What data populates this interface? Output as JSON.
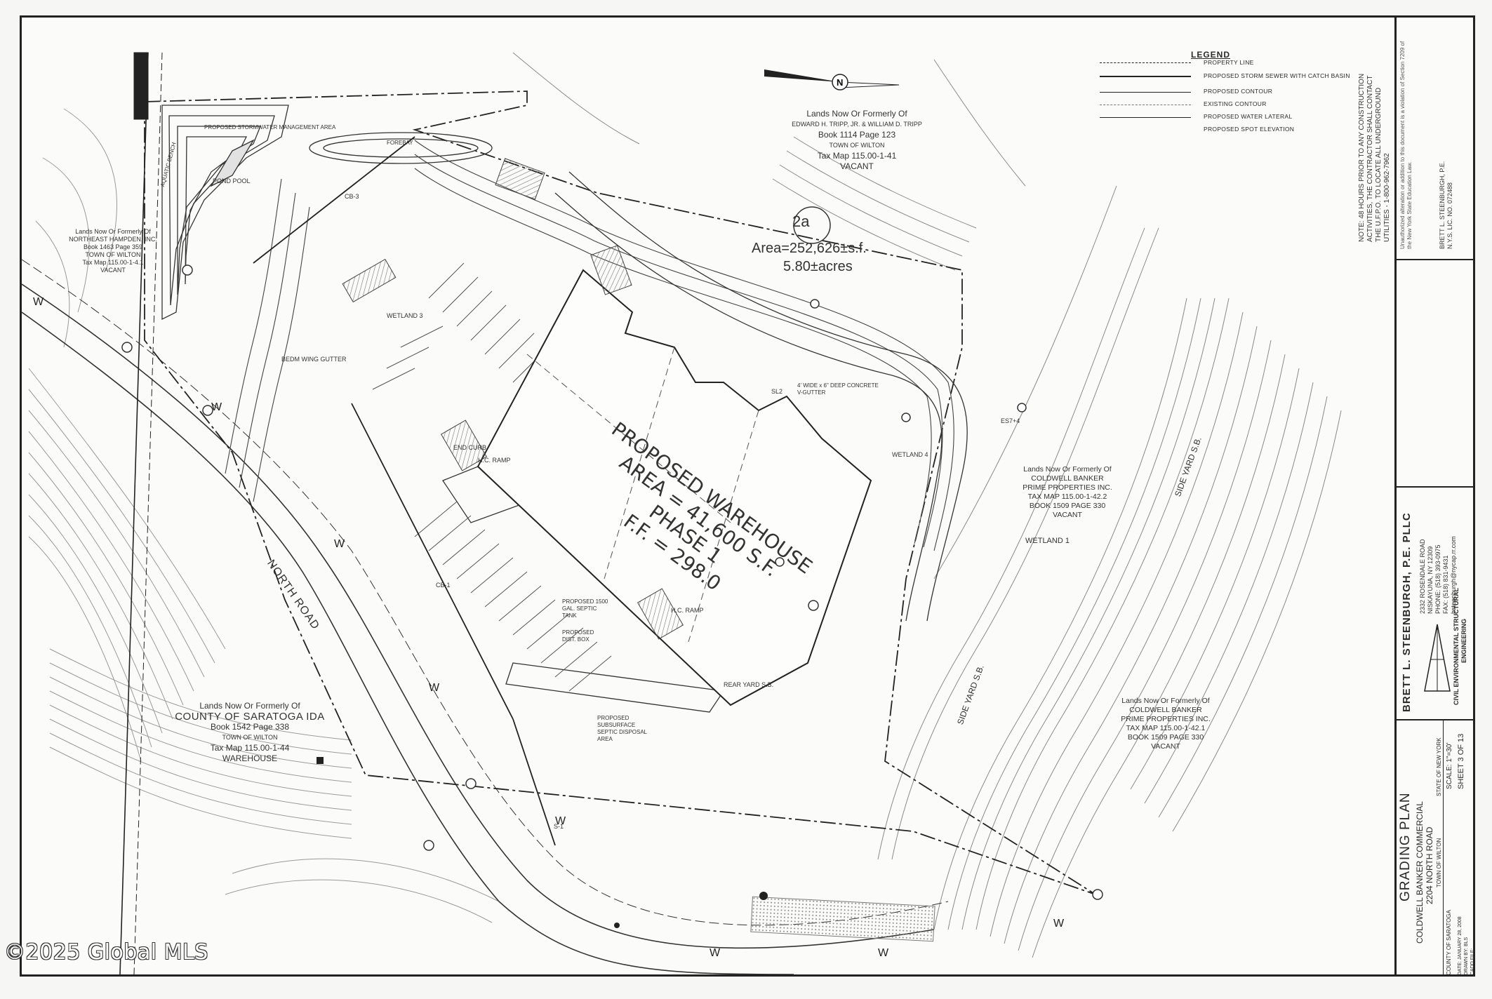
{
  "legend": {
    "title": "LEGEND",
    "items": [
      "PROPERTY LINE",
      "PROPOSED STORM SEWER WITH CATCH BASIN",
      "PROPOSED CONTOUR",
      "EXISTING CONTOUR",
      "PROPOSED WATER LATERAL",
      "PROPOSED SPOT ELEVATION"
    ]
  },
  "note": {
    "line1": "NOTE: 48 HOURS PRIOR TO ANY CONSTRUCTION",
    "line2": "ACTIVITIES, THE CONTRACTOR SHALL CONTACT",
    "line3": "THE U.F.P.O. TO LOCATE ALL UNDERGROUND",
    "line4": "UTILITIES - 1-800-962-7962"
  },
  "parcels": {
    "north": {
      "line1": "Lands Now Or Formerly Of",
      "line2": "EDWARD H. TRIPP, JR. & WILLIAM D. TRIPP",
      "line3": "Book 1114 Page 123",
      "line4": "TOWN OF WILTON",
      "line5": "Tax Map 115.00-1-41",
      "line6": "VACANT"
    },
    "west": {
      "line1": "Lands Now Or Formerly Of",
      "line2": "NORTHEAST HAMPDEN, INC.",
      "line3": "Book 1463 Page 359",
      "line4": "TOWN OF WILTON",
      "line5": "Tax Map 115.00-1-4.1",
      "line6": "VACANT"
    },
    "saratoga": {
      "line1": "Lands Now Or Formerly Of",
      "line2": "COUNTY OF SARATOGA IDA",
      "line3": "Book 1542 Page 338",
      "line4": "TOWN OF WILTON",
      "line5": "Tax Map 115.00-1-44",
      "line6": "WAREHOUSE"
    },
    "coldwell_east": {
      "line1": "Lands Now Or Formerly Of",
      "line2": "COLDWELL BANKER",
      "line3": "PRIME PROPERTIES INC.",
      "line4": "TAX MAP 115.00-1-42.2",
      "line5": "BOOK 1509 PAGE 330",
      "line6": "VACANT"
    },
    "coldwell_south": {
      "line1": "Lands Now Or Formerly Of",
      "line2": "COLDWELL BANKER",
      "line3": "PRIME PROPERTIES INC.",
      "line4": "TAX MAP 115.00-1-42.1",
      "line5": "BOOK 1509 PAGE 330",
      "line6": "VACANT"
    }
  },
  "lot": {
    "id": "2a",
    "area_sf": "Area=252,626±s.f.",
    "area_ac": "5.80±acres"
  },
  "building": {
    "line1": "PROPOSED WAREHOUSE",
    "line2": "AREA = 41,600 S.F.",
    "line3": "PHASE 1",
    "line4": "F.F. = 298.0"
  },
  "road": "NORTH ROAD",
  "labels": {
    "wetland1": "WETLAND 1",
    "wetland4": "WETLAND 4",
    "wetland3": "WETLAND 3",
    "pond": "POND POOL",
    "aquatic": "AQUATIC BENCH",
    "stormwater": "PROPOSED STORMWATER MANAGEMENT AREA",
    "forebay": "FOREBAY",
    "berm_gutter": "BEDM WING GUTTER",
    "end_curb": "END CURB",
    "hc_ramp1": "H.C. RAMP",
    "hc_ramp2": "H.C. RAMP",
    "septic_tank": "PROPOSED 1500 GAL. SEPTIC TANK",
    "dist_box": "PROPOSED DIST. BOX",
    "septic_area": "PROPOSED SUBSURFACE SEPTIC DISPOSAL AREA",
    "v_gutter": "4' WIDE x 6\" DEEP CONCRETE V-GUTTER",
    "side_yard_se": "SIDE YARD S.B.",
    "side_yard_sb": "SIDE YARD S.B.",
    "rear_yard": "REAR YARD S.B.",
    "cb1": "CB-1",
    "cb3": "CB-3",
    "s1": "S-1",
    "es": "ES7+4",
    "sl2": "SL2"
  },
  "title_block": {
    "firm": "BRETT L. STEENBURGH, P.E. PLLC",
    "address1": "2332 ROSENDALE ROAD",
    "address2": "NISKAYUNA, NY 12309",
    "phone": "PHONE: (518) 393-0975",
    "fax": "FAX: (518) 831-9431",
    "email": "bsteenburgh@nycap.rr.com",
    "discipline1": "CIVIL ENVIRONMENTAL STRUCTURAL",
    "discipline2": "ENGINEERING",
    "sheet_title": "GRADING PLAN",
    "project1": "COLDWELL BANKER COMMERCIAL",
    "project2": "2204 NORTH ROAD",
    "town": "TOWN OF WILTON",
    "county": "COUNTY OF SARATOGA",
    "state": "STATE OF NEW YORK",
    "scale": "SCALE: 1\"=30'",
    "sheet": "SHEET 3 OF 13",
    "date": "DATE: JANUARY 28, 2008",
    "drawn": "DRAWN BY: BLS",
    "cadd": "CADD FILE:",
    "engineer": "BRETT L. STEENBURGH, P.E.",
    "license": "N.Y.S. LIC. NO. 072488",
    "copyright": "Unauthorized alteration or addition to this document is a violation of Section 7209 of the New York State Education Law."
  },
  "watermark": "©2025 Global MLS"
}
